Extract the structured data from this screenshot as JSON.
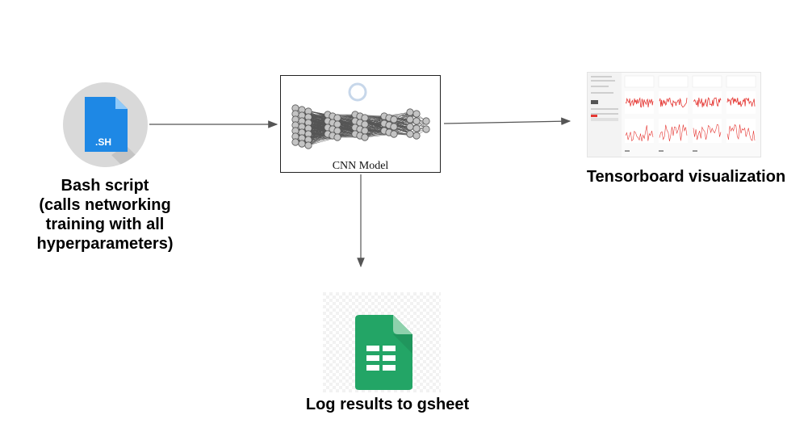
{
  "nodes": {
    "bash": {
      "icon_text": ".SH",
      "label_lines": [
        "Bash script",
        "(calls networking",
        "training with all",
        "hyperparameters)"
      ]
    },
    "cnn": {
      "caption": "CNN Model"
    },
    "tensorboard": {
      "label": "Tensorboard visualization"
    },
    "gsheet": {
      "label": "Log results to gsheet"
    }
  },
  "colors": {
    "file_blue": "#1e88e5",
    "sheet_green": "#23a566",
    "tb_red": "#e53935",
    "arrow": "#555555"
  }
}
